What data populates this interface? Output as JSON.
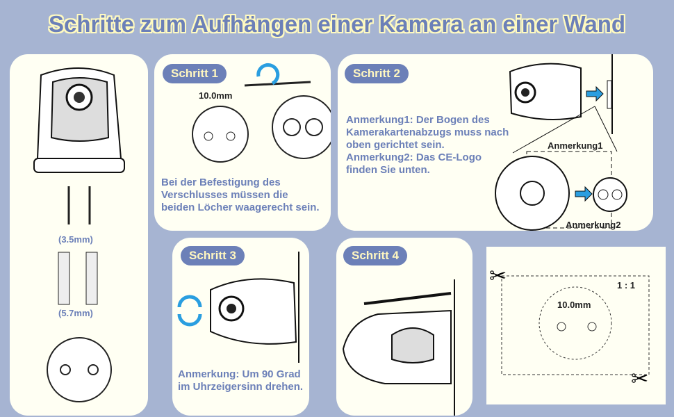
{
  "title": "Schritte zum Aufhängen einer Kamera an einer Wand",
  "parts": {
    "screw_size": "(3.5mm)",
    "anchor_size": "(5.7mm)"
  },
  "step1": {
    "badge": "Schritt 1",
    "dimension": "10.0mm",
    "note": "Bei der Befestigung des Verschlusses müssen die beiden Löcher waagerecht sein."
  },
  "step2": {
    "badge": "Schritt 2",
    "note1": "Anmerkung1: Der Bogen des Kamerakartenabzugs muss nach oben gerichtet sein.",
    "note2": "Anmerkung2: Das CE-Logo finden Sie unten.",
    "label1": "Anmerkung1",
    "label2": "Anmerkung2"
  },
  "step3": {
    "badge": "Schritt 3",
    "note": "Anmerkung: Um 90 Grad im Uhrzeigersinn drehen."
  },
  "step4": {
    "badge": "Schritt 4"
  },
  "template": {
    "scale": "1 : 1",
    "dimension": "10.0mm"
  },
  "colors": {
    "background": "#a6b4d2",
    "panel": "#fffff3",
    "accent": "#6c80b8",
    "arrow": "#2a9ee0"
  }
}
